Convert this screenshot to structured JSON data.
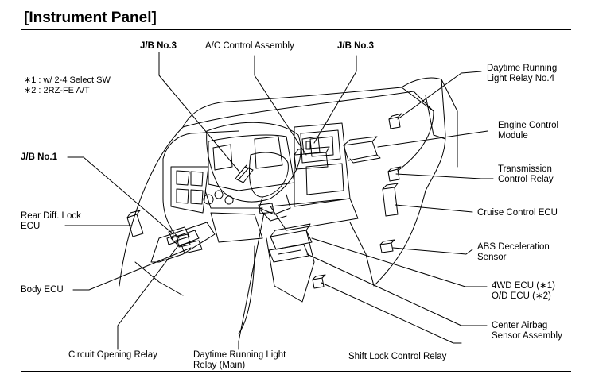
{
  "title": "[Instrument Panel]",
  "notes": [
    "∗1 : w/ 2-4 Select SW",
    "∗2 : 2RZ-FE A/T"
  ],
  "labels": {
    "jb3_left": "J/B No.3",
    "ac_control": "A/C Control Assembly",
    "jb3_right": "J/B No.3",
    "drl_relay4": [
      "Daytime Running",
      "Light Relay No.4"
    ],
    "engine_ecu": [
      "Engine Control",
      "Module"
    ],
    "trans_relay": [
      "Transmission",
      "Control Relay"
    ],
    "cruise_ecu": "Cruise Control ECU",
    "abs_sensor": [
      "ABS Deceleration",
      "Sensor"
    ],
    "fourwd_ecu": [
      "4WD ECU (∗1)",
      "O/D ECU (∗2)"
    ],
    "airbag": [
      "Center Airbag",
      "Sensor Assembly"
    ],
    "shift_lock": "Shift Lock Control Relay",
    "drl_main": [
      "Daytime Running Light",
      "Relay (Main)"
    ],
    "circuit_relay": "Circuit Opening Relay",
    "body_ecu": "Body ECU",
    "rear_diff": [
      "Rear Diff. Lock",
      "ECU"
    ],
    "jb1": "J/B No.1"
  }
}
